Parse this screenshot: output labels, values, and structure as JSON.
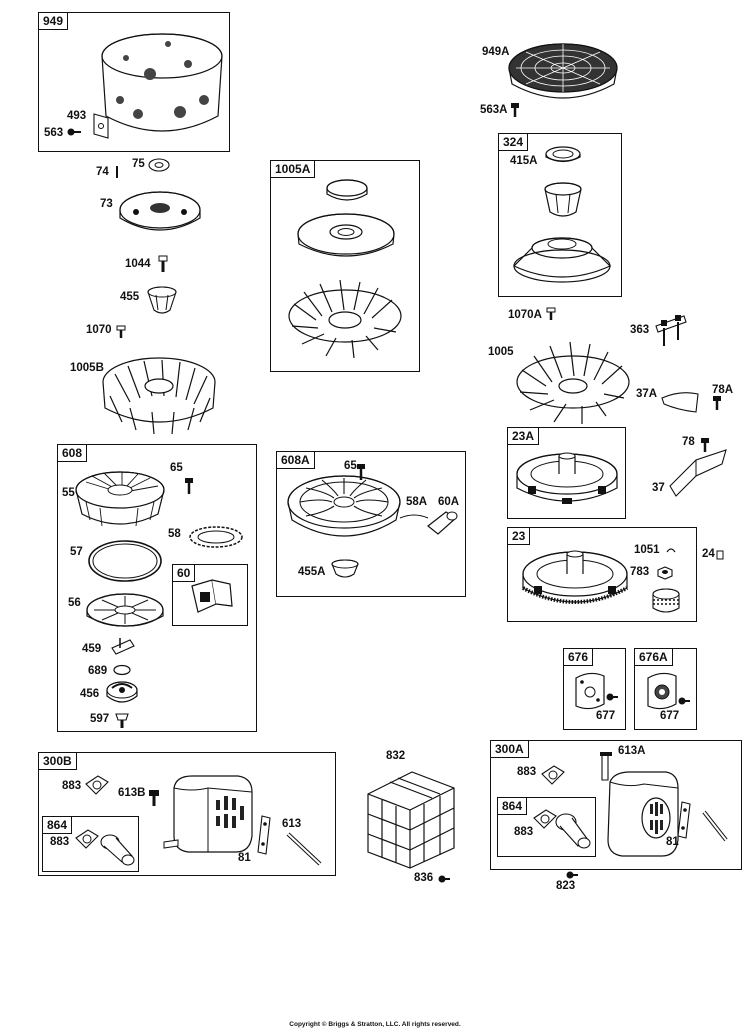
{
  "frames": {
    "f949": "949",
    "f1005A": "1005A",
    "f324": "324",
    "f608": "608",
    "f608A": "608A",
    "f60": "60",
    "f23A": "23A",
    "f23": "23",
    "f676": "676",
    "f676A": "676A",
    "f300B": "300B",
    "f864a": "864",
    "f300A": "300A",
    "f864b": "864"
  },
  "labels": {
    "p949A": "949A",
    "p563A": "563A",
    "p493": "493",
    "p563": "563",
    "p74": "74",
    "p75": "75",
    "p73": "73",
    "p1044": "1044",
    "p455": "455",
    "p1070": "1070",
    "p1005B": "1005B",
    "p415A": "415A",
    "p1070A": "1070A",
    "p363": "363",
    "p1005": "1005",
    "p37A": "37A",
    "p78A": "78A",
    "p78": "78",
    "p37": "37",
    "p65a": "65",
    "p55": "55",
    "p58": "58",
    "p57": "57",
    "p56": "56",
    "p459": "459",
    "p689": "689",
    "p456": "456",
    "p597": "597",
    "p65b": "65",
    "p58A": "58A",
    "p60A": "60A",
    "p455A": "455A",
    "p1051": "1051",
    "p783": "783",
    "p24": "24",
    "p677a": "677",
    "p677b": "677",
    "p883a": "883",
    "p613B": "613B",
    "p613a": "613",
    "p883b": "883",
    "p81a": "81",
    "p832": "832",
    "p836": "836",
    "p613A": "613A",
    "p883c": "883",
    "p883d": "883",
    "p81b": "81",
    "p823": "823"
  },
  "footer": {
    "copyright": "Copyright © Briggs & Stratton, LLC. All rights reserved."
  },
  "colors": {
    "line": "#111111",
    "background": "#ffffff"
  }
}
